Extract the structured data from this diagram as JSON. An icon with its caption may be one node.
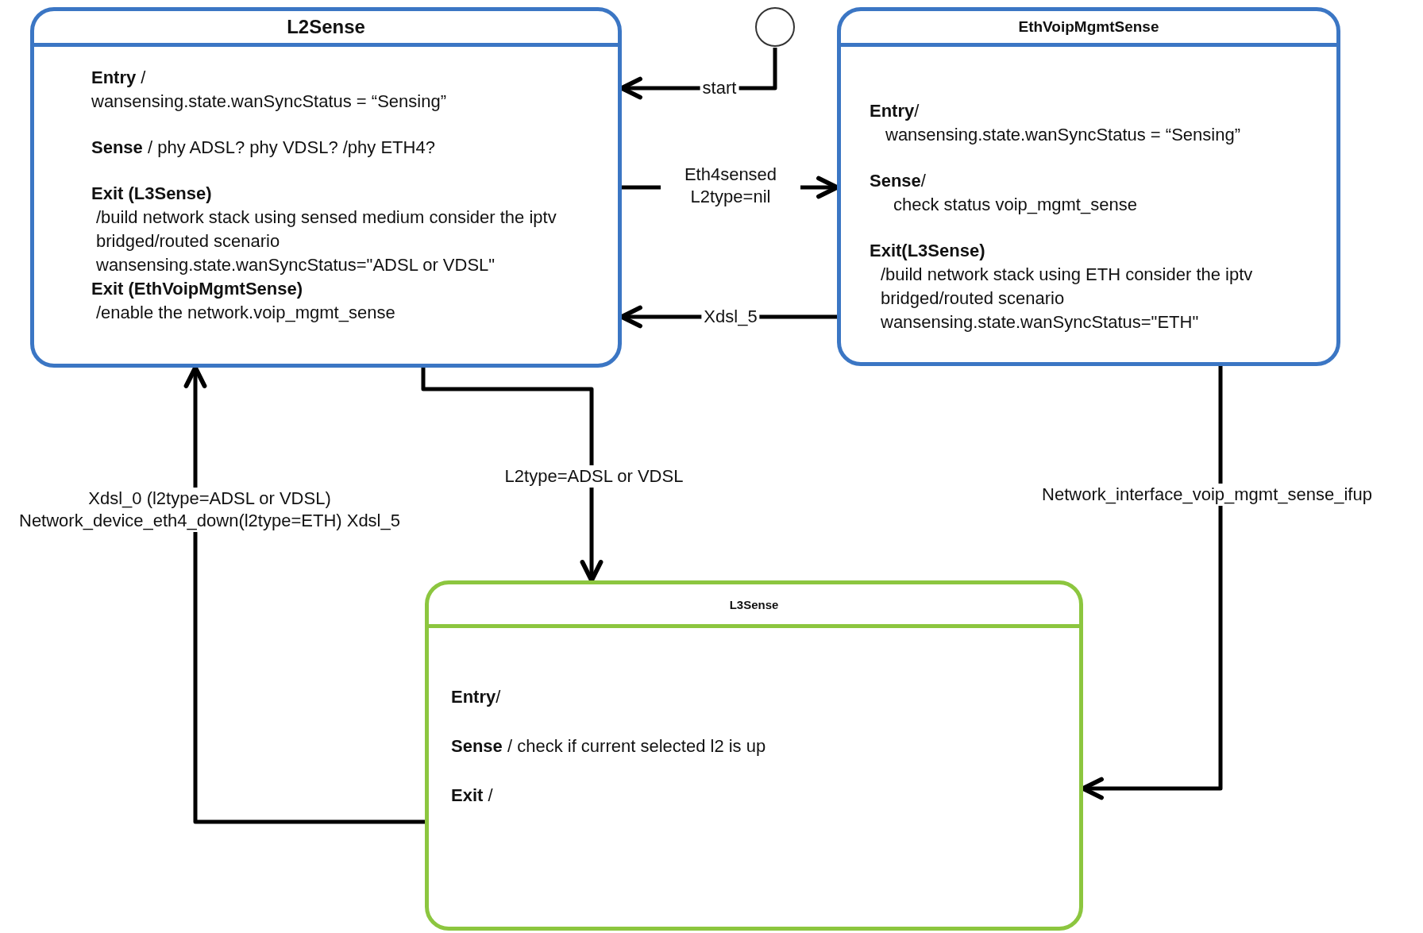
{
  "diagram": {
    "nodes": [
      {
        "text": [
          "L2Sense",
          "**Entry** /",
          "wansensing.state.wanSyncStatus = “Sensing”",
          "**Sense** / phy ADSL? phy VDSL? /phy ETH4?",
          "Exit (L3Sense)",
          "/build network stack using sensed medium consider the iptv bridged/routed scenario wansensing.state.wanSyncStatus=\"ADSL or VDSL\"",
          "Exit (EthVoipMgmtSense)",
          "/enable the network.voip_mgmt_sense"
        ]
      },
      {
        "text": [],
        "shape": "circle"
      },
      {
        "text": [
          "EthVoipMgmtSense",
          "**Entry**/",
          "wansensing.state.wanSyncStatus = “Sensing”",
          "**Sense**/",
          "check status voip_mgmt_sense",
          "Exit(L3Sense)",
          "/build network stack using ETH consider the iptv bridged/routed scenario wansensing.state.wanSyncStatus=\"ETH\""
        ]
      },
      {
        "text": [
          "L3Sense",
          "**Entry**/",
          "**Sense** / check if current selected l2 is up",
          "**Exit** /"
        ]
      }
    ],
    "edges": [
      {
        "from": 1,
        "to": 0,
        "arrow": "to",
        "label": "start"
      },
      {
        "from": 0,
        "to": 2,
        "arrow": "to",
        "label": "Eth4sensed L2type=nil"
      },
      {
        "from": 2,
        "to": 0,
        "arrow": "to",
        "label": "Xdsl_5"
      },
      {
        "from": 0,
        "to": 3,
        "arrow": "to",
        "label": "L2type=ADSL or VDSL"
      },
      {
        "from": 2,
        "to": 3,
        "arrow": "to",
        "label": "Network_interface_voip_mgmt_sense_ifup"
      },
      {
        "from": 3,
        "to": 0,
        "arrow": "to",
        "label": "Xdsl_0 (l2type=ADSL or VDSL) Network_device_eth4_down(l2type=ETH) Xdsl_5"
      }
    ]
  }
}
